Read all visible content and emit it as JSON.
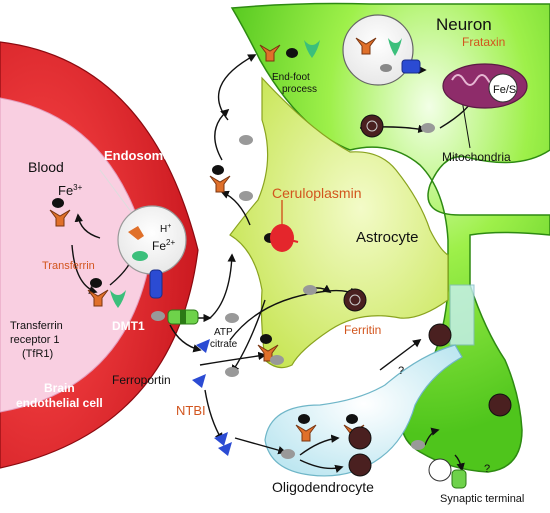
{
  "labels": {
    "neuron": "Neuron",
    "frataxin": "Frataxin",
    "fes": "Fe/S",
    "end_foot": "End-foot",
    "process": "process",
    "mitochondria": "Mitochondria",
    "blood": "Blood",
    "endosome": "Endosome",
    "fe3_base": "Fe",
    "fe3_sup": "3+",
    "h_base": "H",
    "h_sup": "+",
    "fe2_base": "Fe",
    "fe2_sup": "2+",
    "ceruloplasmin": "Ceruloplasmin",
    "astrocyte": "Astrocyte",
    "transferrin": "Transferrin",
    "tfr_line1": "Transferrin",
    "tfr_line2": "receptor 1",
    "tfr_line3": "(TfR1)",
    "dmt1": "DMT1",
    "atp": "ATP",
    "citrate": "citrate",
    "ferritin": "Ferritin",
    "ferroportin": "Ferroportin",
    "ntbi": "NTBI",
    "brain_line1": "Brain",
    "brain_line2": "endothelial cell",
    "question1": "?",
    "question2": "?",
    "oligodendrocyte": "Oligodendrocyte",
    "synaptic_terminal": "Synaptic terminal"
  },
  "colors": {
    "blood_red": "#e4262c",
    "blood_inner": "#f9cfe1",
    "neuron_green": "#7ee82a",
    "astrocyte_yellow": "#d7f06a",
    "oligo_blue": "#d8f1f7",
    "orange_label": "#d2551e",
    "transferrin_orange": "#e0702a",
    "mito_purple": "#8e2c6a",
    "ferroportin_blue": "#2b4bd3"
  }
}
